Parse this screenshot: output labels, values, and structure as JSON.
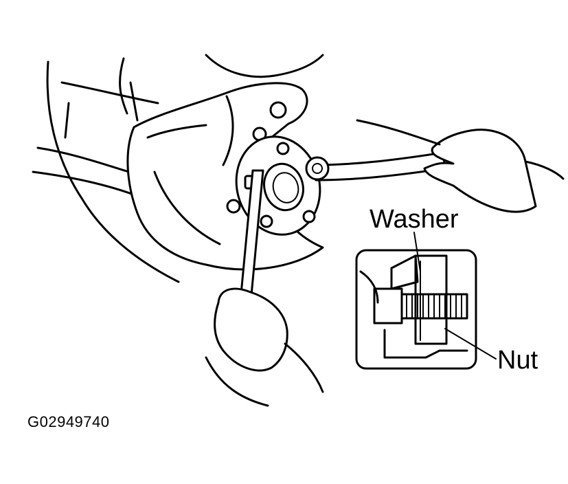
{
  "labels": {
    "washer": "Washer",
    "nut": "Nut",
    "figure_code": "G02949740"
  },
  "colors": {
    "line": "#000000",
    "background": "#ffffff"
  }
}
